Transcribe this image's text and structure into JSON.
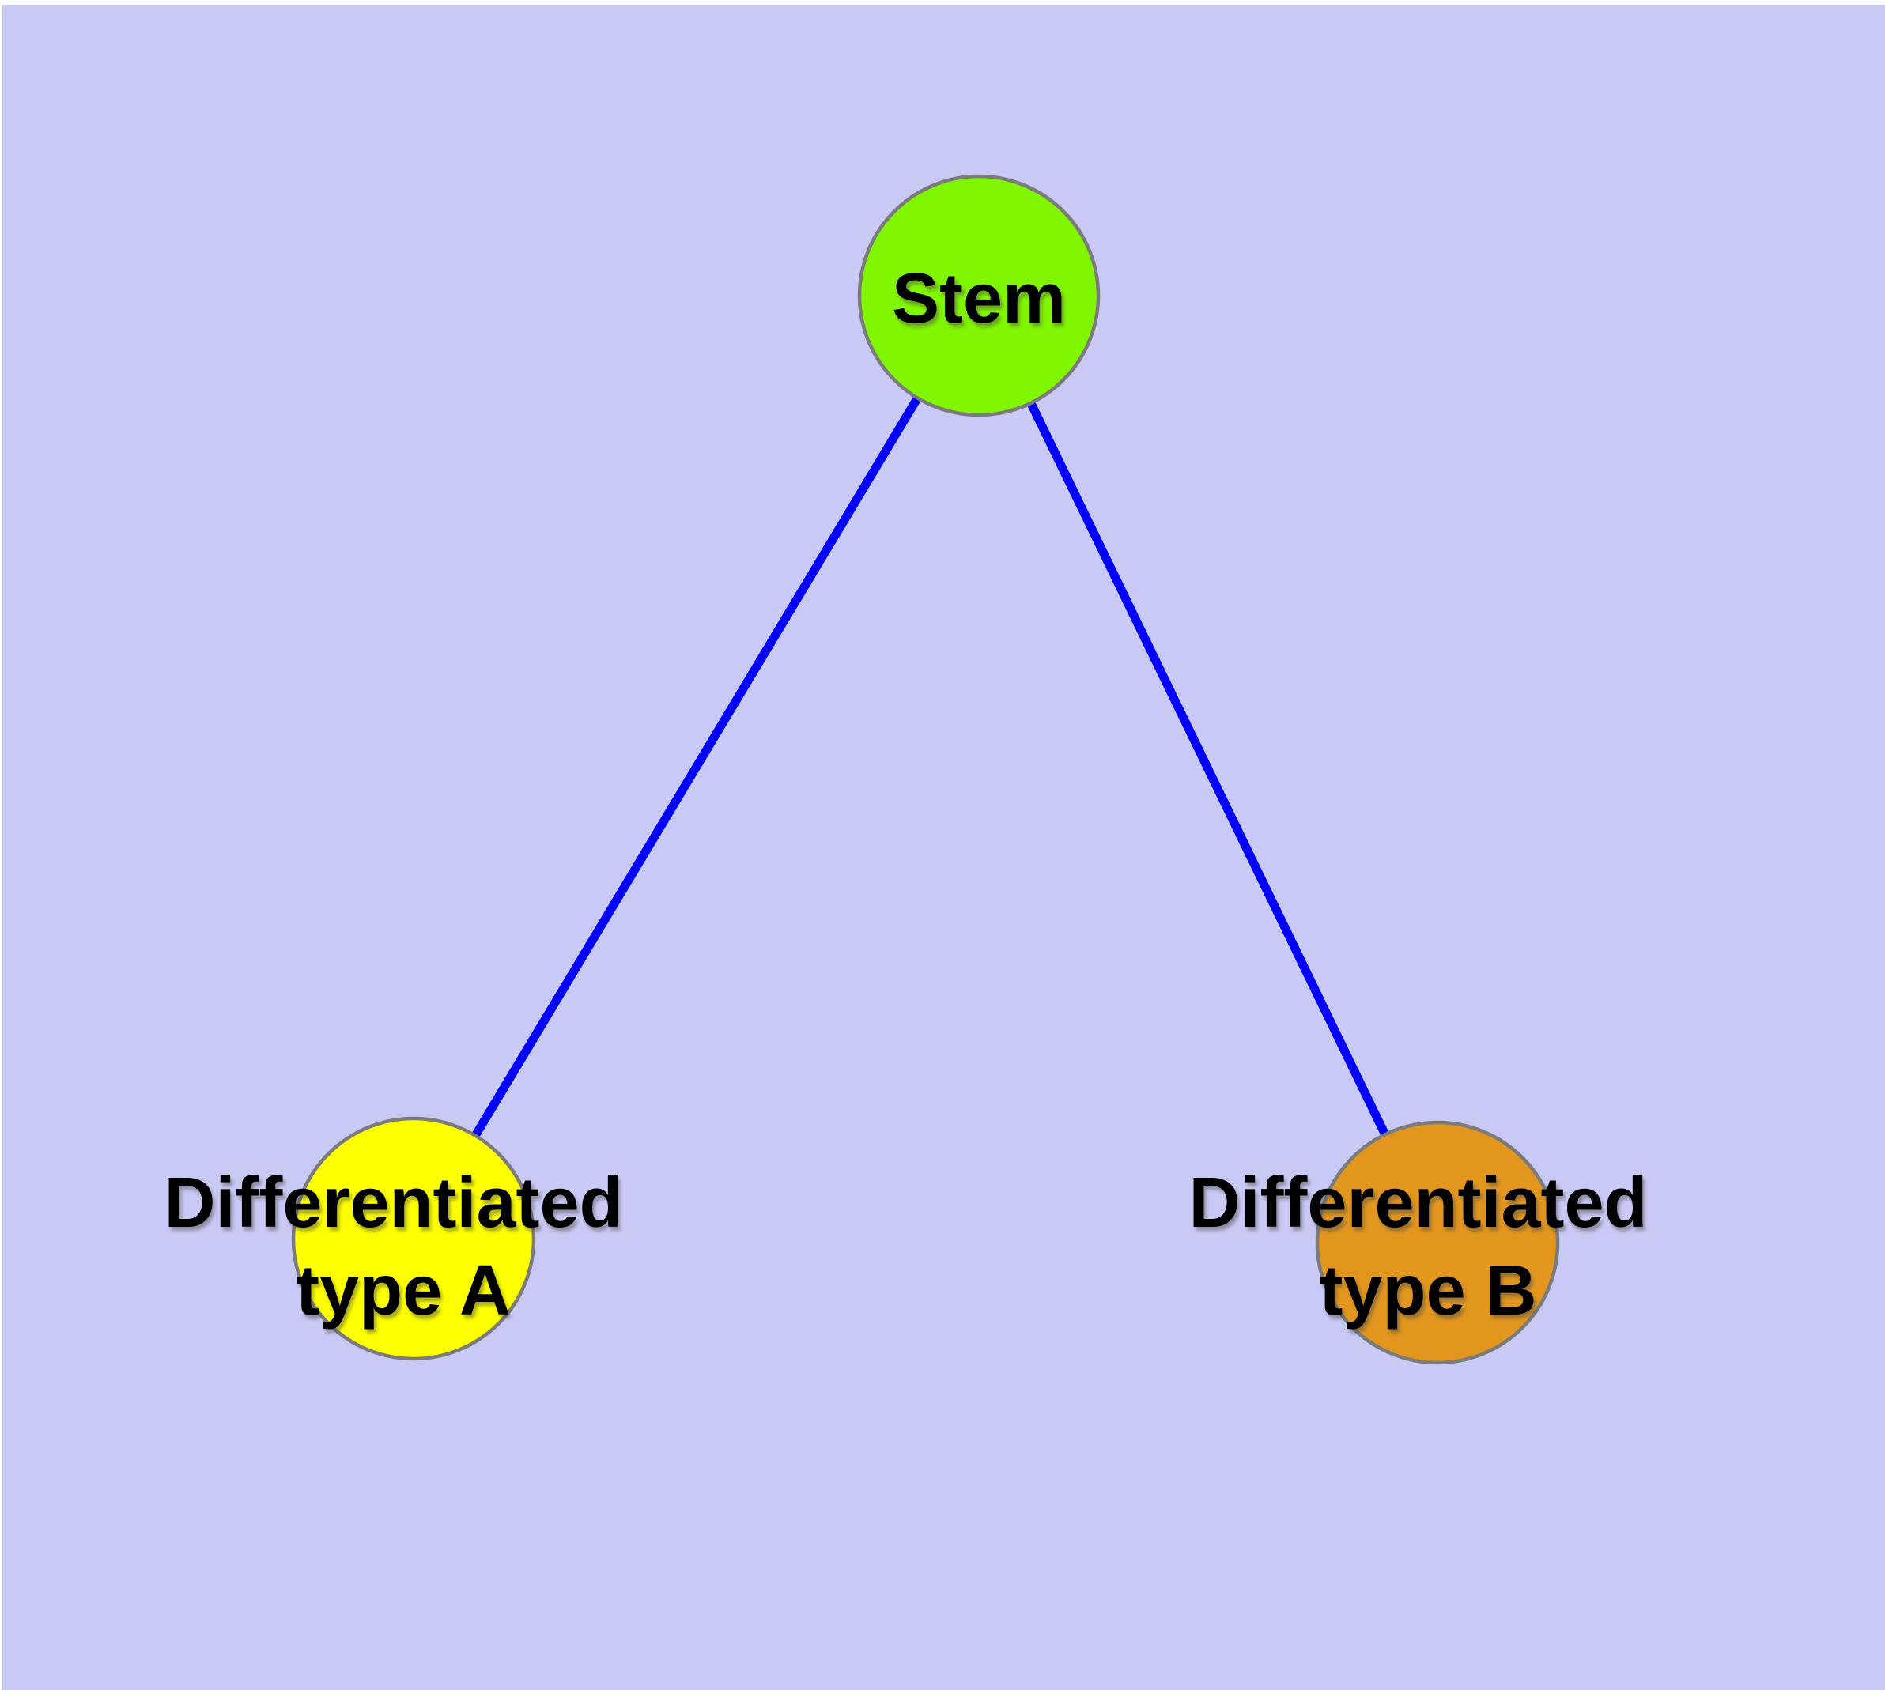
{
  "canvas": {
    "background_color": "#C9C9F5",
    "margin_color": "#FFFFFF"
  },
  "edges": {
    "color": "#0303F8",
    "items": [
      {
        "from": "Stem",
        "to": "Differentiated type A"
      },
      {
        "from": "Stem",
        "to": "Differentiated type B"
      }
    ]
  },
  "nodes": {
    "stem": {
      "label": "Stem",
      "fill": "#80F600",
      "stroke": "#7B7B7B",
      "text_color": "#000000"
    },
    "type_a": {
      "label_line1": "Differentiated",
      "label_line2": "type A",
      "fill": "#FDFF00",
      "stroke": "#7B7B7B",
      "text_color": "#000000"
    },
    "type_b": {
      "label_line1": "Differentiated",
      "label_line2": "type B",
      "fill": "#E2961E",
      "stroke": "#7B7B7B",
      "text_color": "#000000"
    }
  }
}
